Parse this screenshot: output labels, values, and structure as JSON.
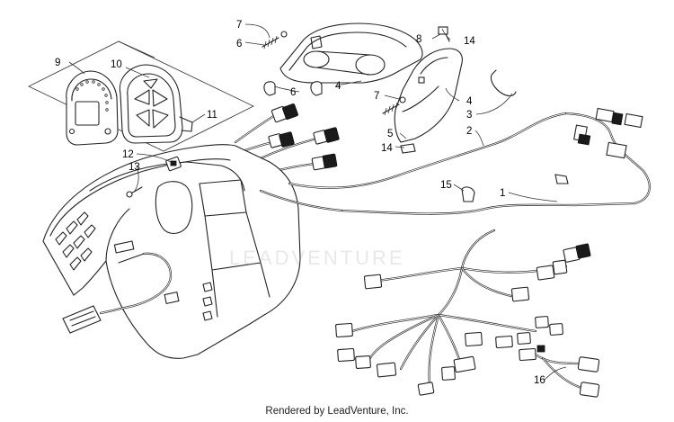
{
  "diagram": {
    "callouts": [
      {
        "id": "c1",
        "text": "1"
      },
      {
        "id": "c2",
        "text": "2"
      },
      {
        "id": "c3",
        "text": "3"
      },
      {
        "id": "c4a",
        "text": "4"
      },
      {
        "id": "c4b",
        "text": "4"
      },
      {
        "id": "c5",
        "text": "5"
      },
      {
        "id": "c6a",
        "text": "6"
      },
      {
        "id": "c6b",
        "text": "6"
      },
      {
        "id": "c7a",
        "text": "7"
      },
      {
        "id": "c7b",
        "text": "7"
      },
      {
        "id": "c8",
        "text": "8"
      },
      {
        "id": "c9",
        "text": "9"
      },
      {
        "id": "c10",
        "text": "10"
      },
      {
        "id": "c11",
        "text": "11"
      },
      {
        "id": "c12",
        "text": "12"
      },
      {
        "id": "c13",
        "text": "13"
      },
      {
        "id": "c14a",
        "text": "14"
      },
      {
        "id": "c14b",
        "text": "14"
      },
      {
        "id": "c15",
        "text": "15"
      },
      {
        "id": "c16",
        "text": "16"
      }
    ]
  },
  "watermark": "LEADVENTURE",
  "footer": "Rendered by LeadVenture, Inc.",
  "colors": {
    "line": "#222222",
    "background": "#ffffff",
    "watermark": "#969696"
  }
}
